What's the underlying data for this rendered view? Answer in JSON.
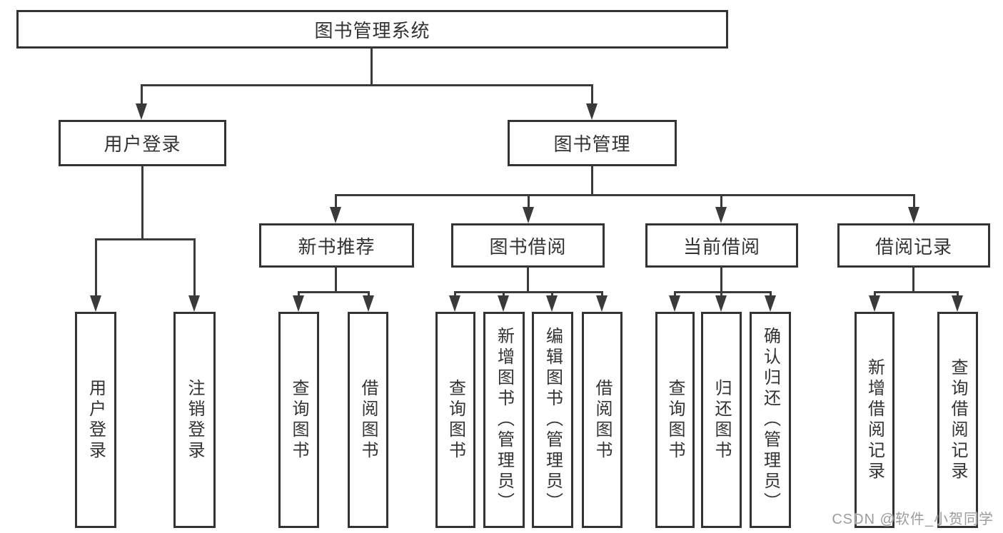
{
  "colors": {
    "line": "#3a3a3a",
    "border": "#333333",
    "text": "#333333",
    "watermark": "#9c9c9c",
    "bg": "#ffffff"
  },
  "watermark": "CSDN @软件_小贺同学",
  "nodes": {
    "root": {
      "label": "图书管理系统"
    },
    "userLogin": {
      "label": "用户登录",
      "children": [
        {
          "label": "用户登录"
        },
        {
          "label": "注销登录"
        }
      ]
    },
    "bookMgmt": {
      "label": "图书管理"
    },
    "newBooks": {
      "label": "新书推荐",
      "children": [
        {
          "label": "查询图书"
        },
        {
          "label": "借阅图书"
        }
      ]
    },
    "bookBorrow": {
      "label": "图书借阅",
      "children": [
        {
          "label": "查询图书"
        },
        {
          "label": "新增图书（管理员）"
        },
        {
          "label": "编辑图书（管理员）"
        },
        {
          "label": "借阅图书"
        }
      ]
    },
    "currentBorrow": {
      "label": "当前借阅",
      "children": [
        {
          "label": "查询图书"
        },
        {
          "label": "归还图书"
        },
        {
          "label": "确认归还（管理员）"
        }
      ]
    },
    "borrowRecords": {
      "label": "借阅记录",
      "children": [
        {
          "label": "新增借阅记录"
        },
        {
          "label": "查询借阅记录"
        }
      ]
    }
  }
}
